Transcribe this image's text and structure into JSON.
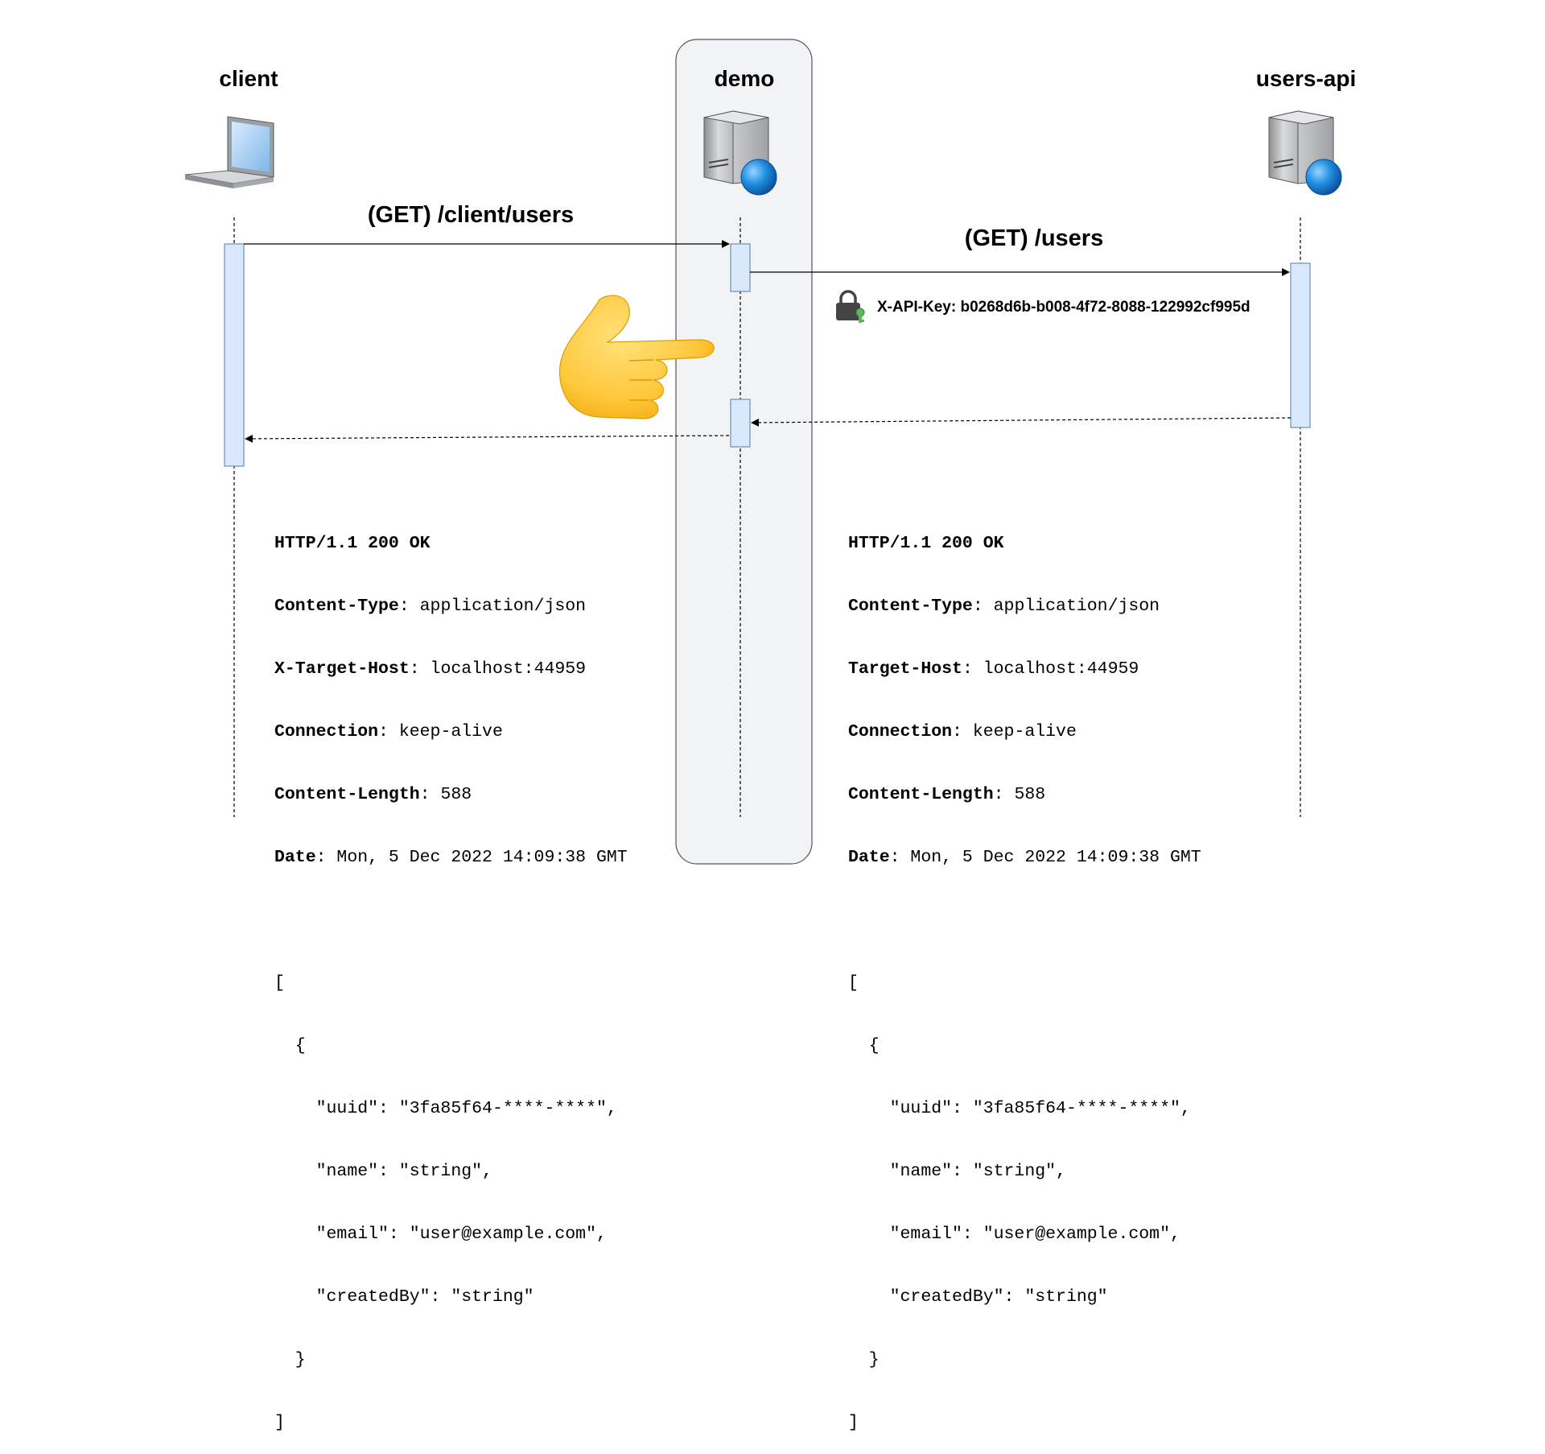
{
  "participants": [
    {
      "id": "client",
      "label": "client",
      "icon": "laptop-icon"
    },
    {
      "id": "demo",
      "label": "demo",
      "icon": "web-server-icon"
    },
    {
      "id": "users_api",
      "label": "users-api",
      "icon": "web-server-icon"
    }
  ],
  "messages": {
    "client_request": "(GET) /client/users",
    "api_request": "(GET) /users",
    "api_key": "X-API-Key: b0268d6b-b008-4f72-8088-122992cf995d"
  },
  "icons": {
    "lock": "padlock-key-icon",
    "pointer": "pointing-hand-icon"
  },
  "colors": {
    "highlight_box": "#f2f3f5",
    "activation_fill": "#dae8fc",
    "activation_stroke": "#6c8ebf",
    "globe": "#1f8fe0",
    "key_green": "#5cb85c",
    "hand": "#ffc83d"
  },
  "responses": {
    "left": {
      "status": "HTTP/1.1 200 OK",
      "headers": [
        {
          "name": "Content-Type",
          "value": "application/json"
        },
        {
          "name": "X-Target-Host",
          "value": "localhost:44959"
        },
        {
          "name": "Connection",
          "value": "keep-alive"
        },
        {
          "name": "Content-Length",
          "value": "588"
        },
        {
          "name": "Date",
          "value": "Mon, 5 Dec 2022 14:09:38 GMT"
        }
      ],
      "body": [
        "[",
        "  {",
        "    \"uuid\": \"3fa85f64-****-****\",",
        "    \"name\": \"string\",",
        "    \"email\": \"user@example.com\",",
        "    \"createdBy\": \"string\"",
        "  }",
        "]"
      ]
    },
    "right": {
      "status": "HTTP/1.1 200 OK",
      "headers": [
        {
          "name": "Content-Type",
          "value": "application/json"
        },
        {
          "name": "Target-Host",
          "value": "localhost:44959"
        },
        {
          "name": "Connection",
          "value": "keep-alive"
        },
        {
          "name": "Content-Length",
          "value": "588"
        },
        {
          "name": "Date",
          "value": "Mon, 5 Dec 2022 14:09:38 GMT"
        }
      ],
      "body": [
        "[",
        "  {",
        "    \"uuid\": \"3fa85f64-****-****\",",
        "    \"name\": \"string\",",
        "    \"email\": \"user@example.com\",",
        "    \"createdBy\": \"string\"",
        "  }",
        "]"
      ]
    }
  }
}
